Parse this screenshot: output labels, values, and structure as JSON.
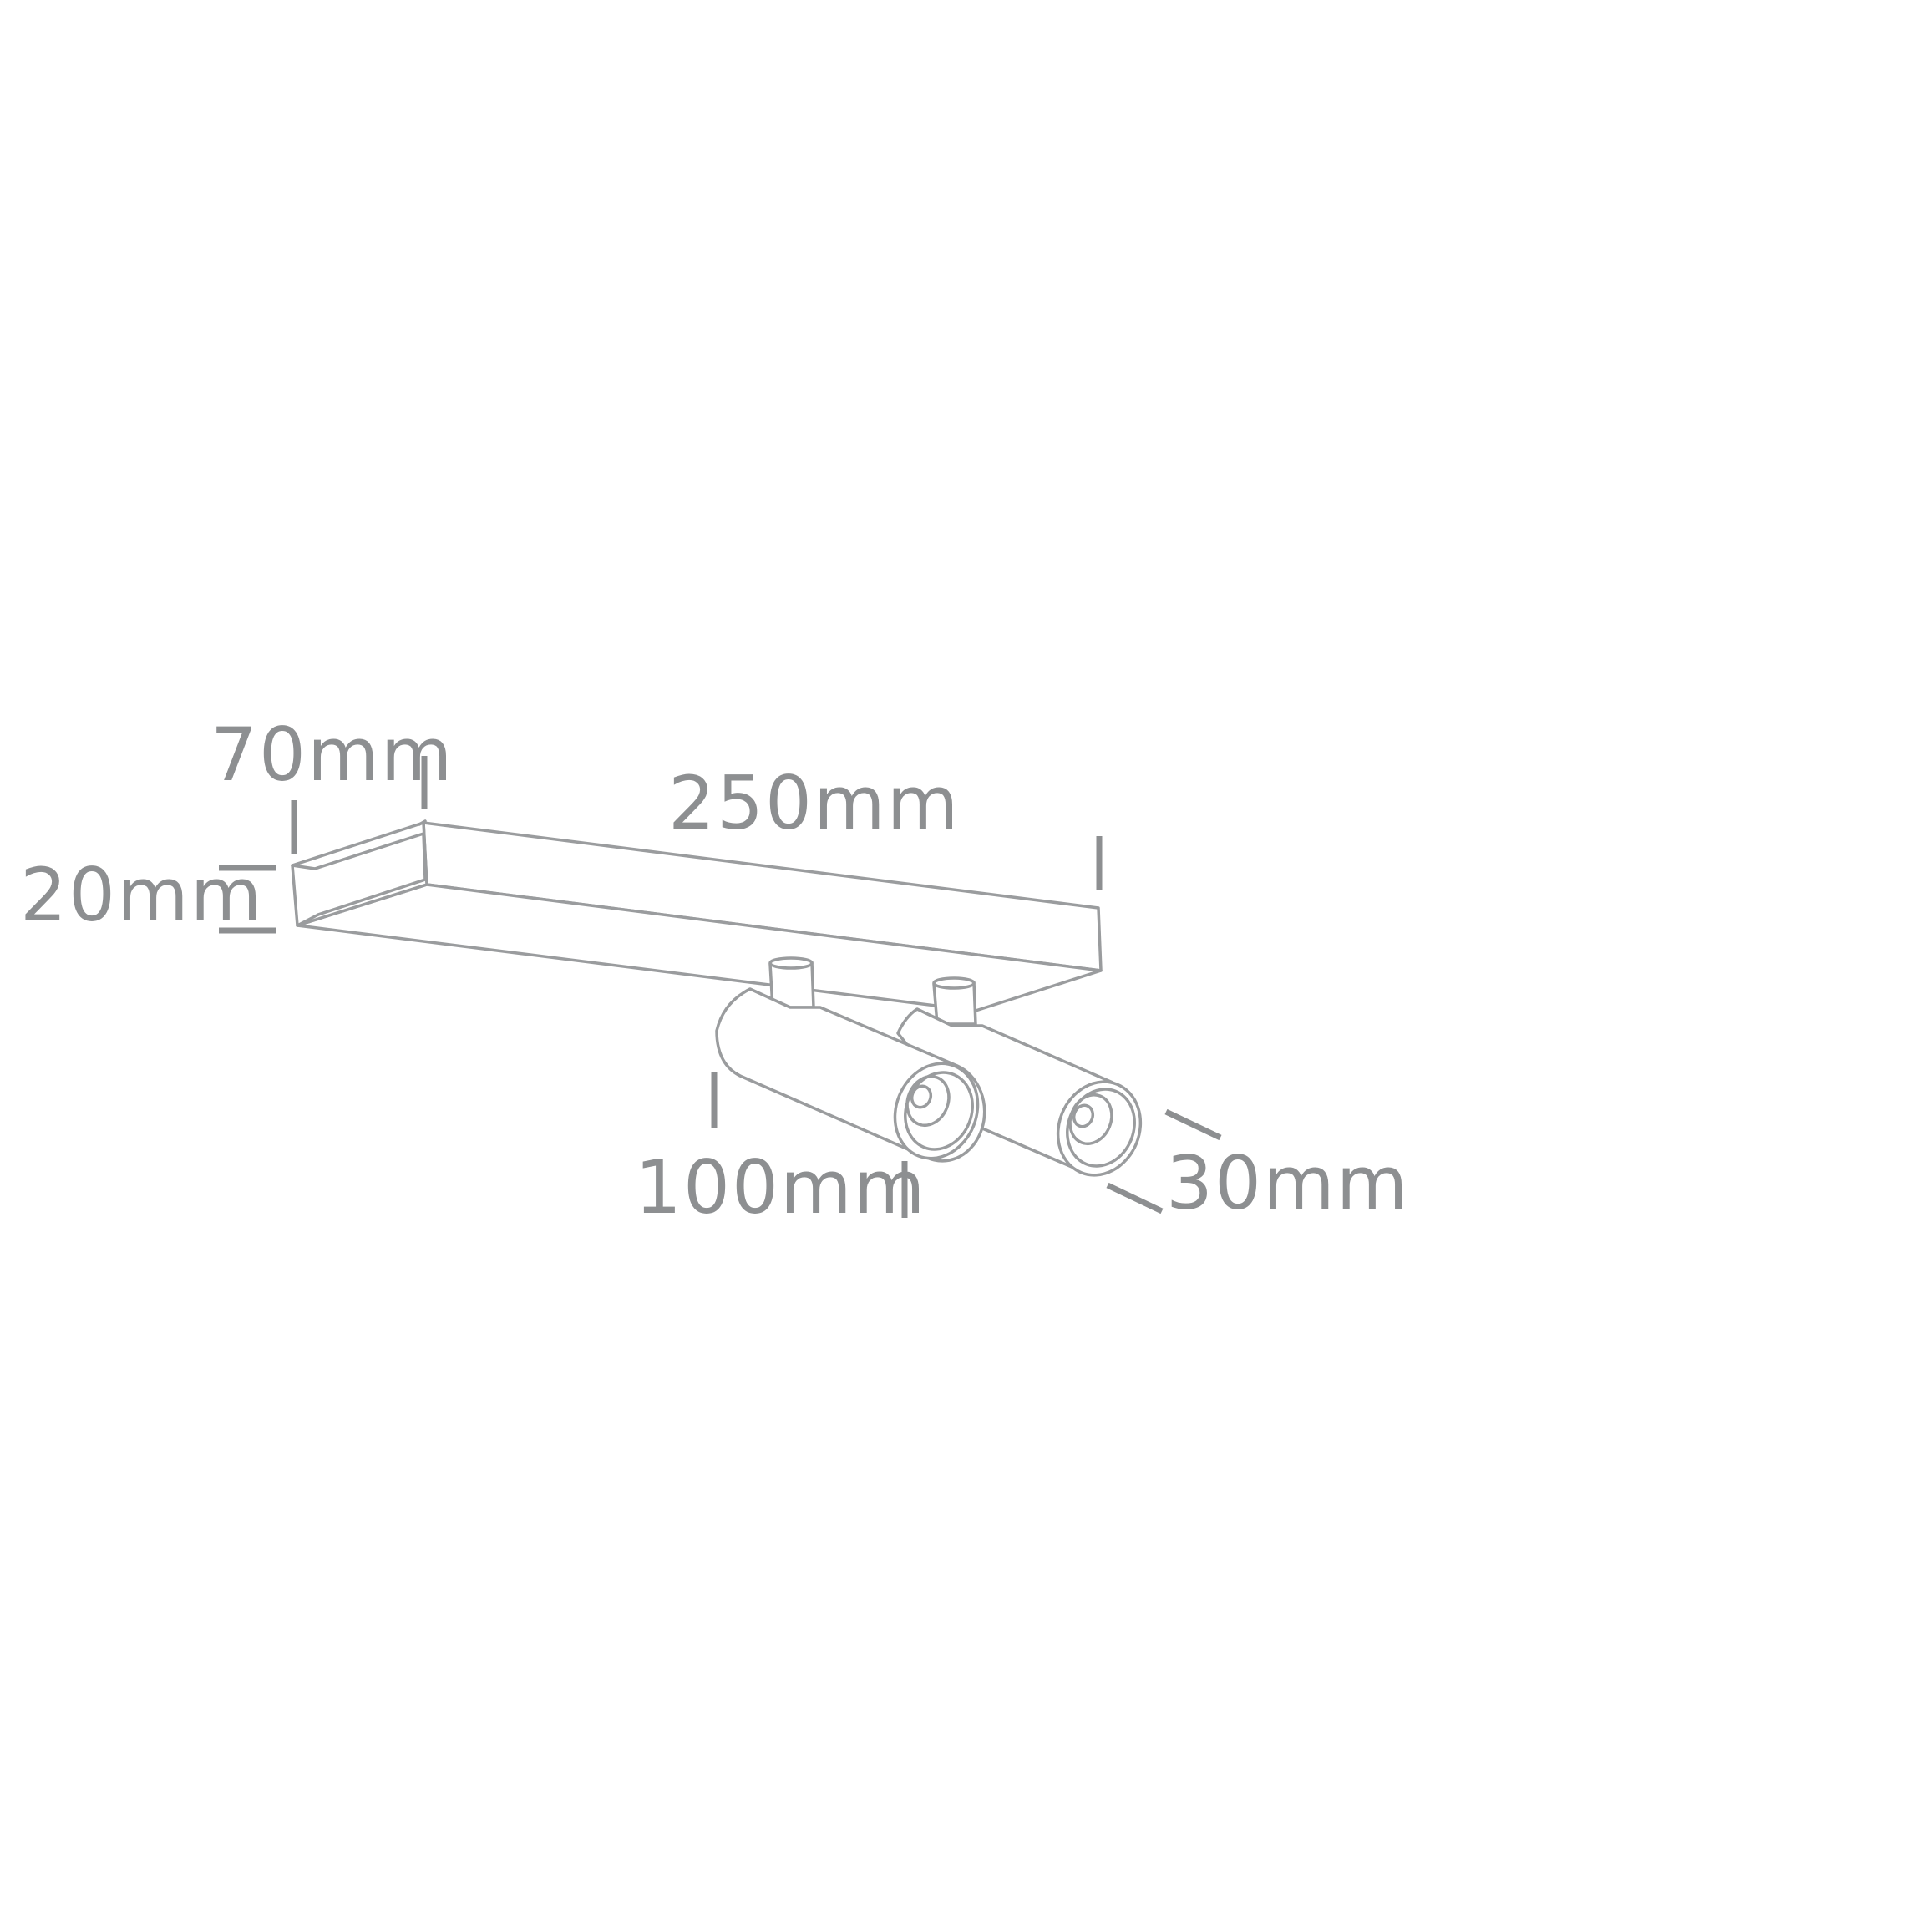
{
  "figure": {
    "line_color": "#9a9c9e",
    "label_color": "#8d8f91",
    "background": "#ffffff"
  },
  "dimensions": {
    "depth": "70mm",
    "length": "250mm",
    "height": "20mm",
    "spot_length": "100mm",
    "spot_diameter": "30mm"
  }
}
